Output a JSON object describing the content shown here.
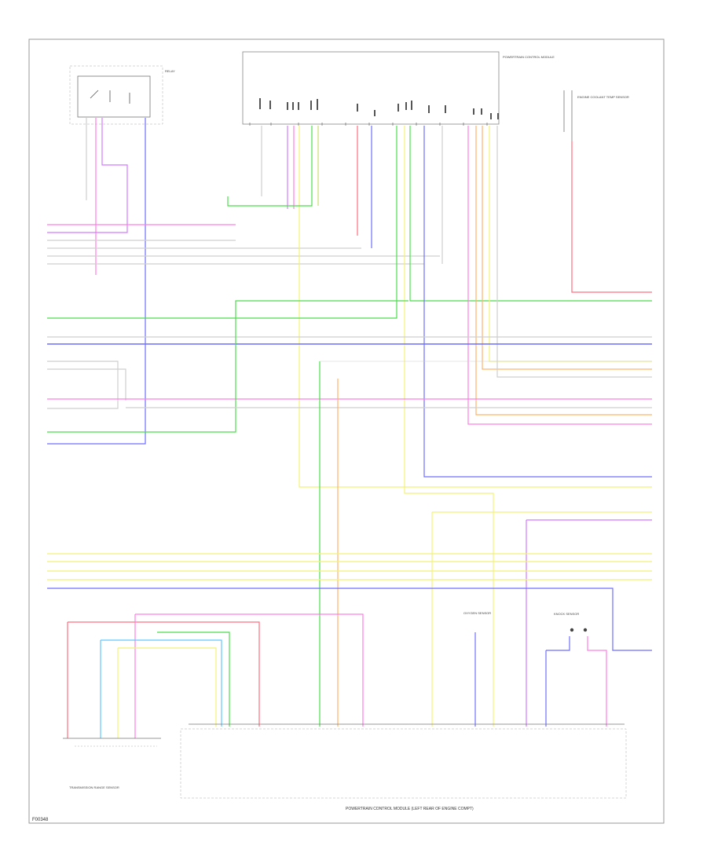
{
  "diagram": {
    "reference_code": "F00348",
    "components": {
      "tcm": "POWERTRAIN CONTROL MODULE",
      "pcm": "POWERTRAIN CONTROL MODULE (LEFT REAR OF ENGINE COMPT)",
      "tr_sensor": "TRANSMISSION RANGE SENSOR",
      "relay": "RELAY",
      "ect_sensor": "ENGINE COOLANT TEMP SENSOR",
      "oxygen_sensor": "OXYGEN SENSOR",
      "knock_sensor": "KNOCK SENSOR"
    },
    "colors": {
      "red": "#ff6f7f",
      "pink": "#ff7de6",
      "blue": "#6f6fff",
      "green": "#4cde4c",
      "yellow": "#f2f27a",
      "orange": "#ffb36a",
      "violet": "#d47aff",
      "cyan": "#60c8ff",
      "gray": "#cfcfcf",
      "frame": "#9a9a9a"
    }
  }
}
